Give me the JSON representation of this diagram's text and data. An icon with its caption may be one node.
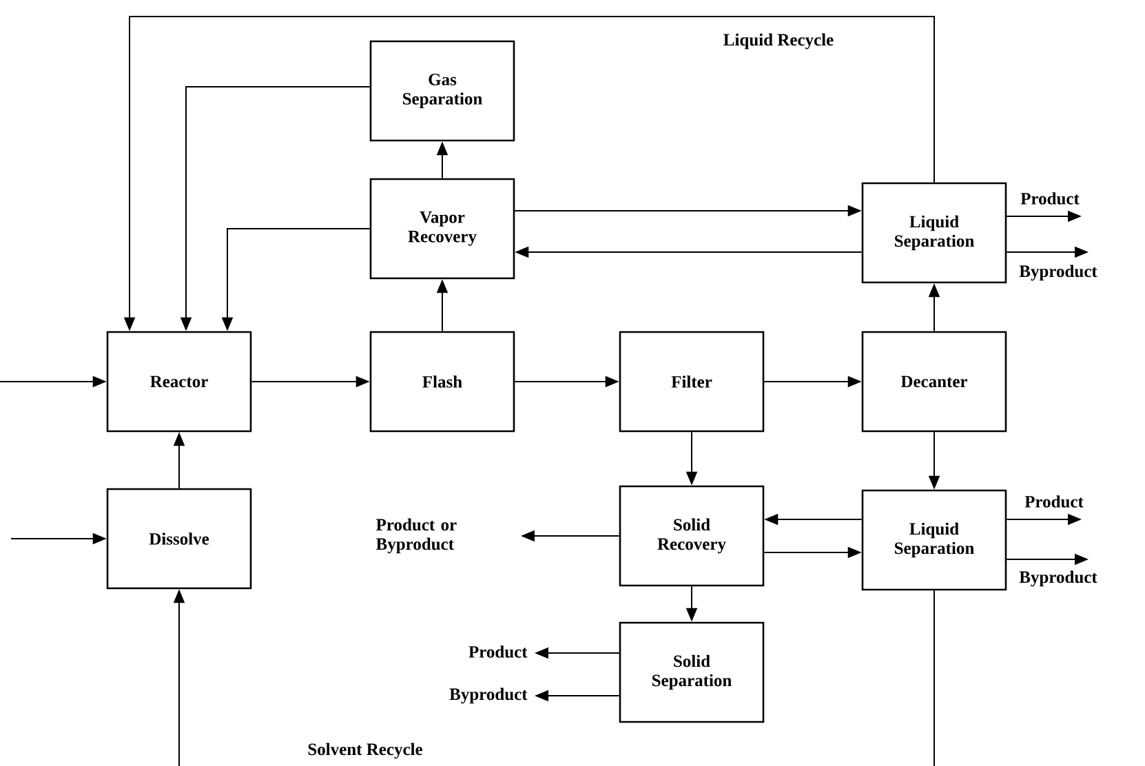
{
  "diagram": {
    "nodes": [
      {
        "text": [
          "Gas Separation"
        ]
      },
      {
        "text": [
          "Vapor Recovery"
        ]
      },
      {
        "text": [
          "Liquid Separation"
        ]
      },
      {
        "text": [
          "Reactor"
        ]
      },
      {
        "text": [
          "Flash"
        ]
      },
      {
        "text": [
          "Filter"
        ]
      },
      {
        "text": [
          "Decanter"
        ]
      },
      {
        "text": [
          "Dissolve"
        ]
      },
      {
        "text": [
          "Solid Recovery"
        ]
      },
      {
        "text": [
          "Liquid Separation"
        ]
      },
      {
        "text": [
          "Solid Separation"
        ]
      }
    ],
    "edges": [
      {
        "from": null,
        "to": 3,
        "arrow": "to"
      },
      {
        "from": null,
        "to": 7,
        "arrow": "to"
      },
      {
        "from": 3,
        "to": 4,
        "arrow": "to"
      },
      {
        "from": 4,
        "to": 1,
        "arrow": "to"
      },
      {
        "from": 1,
        "to": 0,
        "arrow": "to"
      },
      {
        "from": 0,
        "to": 3,
        "arrow": "to"
      },
      {
        "from": 1,
        "to": 3,
        "arrow": "to"
      },
      {
        "from": 2,
        "to": 3,
        "arrow": "to",
        "label": "Liquid Recycle"
      },
      {
        "from": 1,
        "to": 2,
        "arrow": "to"
      },
      {
        "from": 2,
        "to": 1,
        "arrow": "to"
      },
      {
        "from": 2,
        "to": null,
        "arrow": "to",
        "label": "Product"
      },
      {
        "from": 2,
        "to": null,
        "arrow": "to",
        "label": "Byproduct"
      },
      {
        "from": 4,
        "to": 5,
        "arrow": "to"
      },
      {
        "from": 5,
        "to": 6,
        "arrow": "to"
      },
      {
        "from": 6,
        "to": 2,
        "arrow": "to"
      },
      {
        "from": 5,
        "to": 8,
        "arrow": "to"
      },
      {
        "from": 6,
        "to": 9,
        "arrow": "to"
      },
      {
        "from": 9,
        "to": 8,
        "arrow": "to"
      },
      {
        "from": 8,
        "to": 9,
        "arrow": "to"
      },
      {
        "from": 9,
        "to": null,
        "arrow": "to",
        "label": "Product"
      },
      {
        "from": 9,
        "to": null,
        "arrow": "to",
        "label": "Byproduct"
      },
      {
        "from": 8,
        "to": null,
        "arrow": "to",
        "label": "Product or Byproduct"
      },
      {
        "from": 7,
        "to": 3,
        "arrow": "to"
      },
      {
        "from": 8,
        "to": 10,
        "arrow": "to"
      },
      {
        "from": 10,
        "to": null,
        "arrow": "to",
        "label": "Product"
      },
      {
        "from": 10,
        "to": null,
        "arrow": "to",
        "label": "Byproduct"
      },
      {
        "from": null,
        "to": 7,
        "arrow": "to"
      },
      {
        "from": 9,
        "to": null,
        "arrow": "none"
      }
    ],
    "labels": [
      "Solvent Recycle"
    ]
  }
}
